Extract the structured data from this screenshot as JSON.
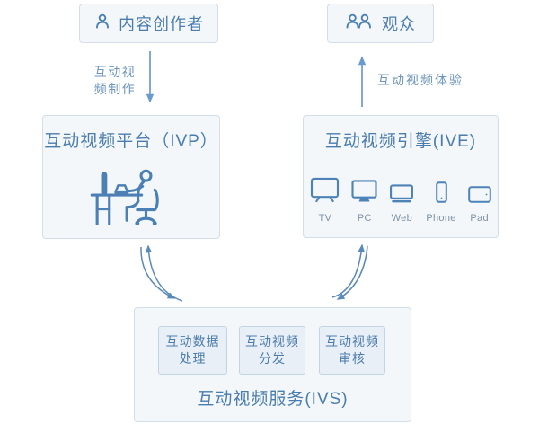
{
  "colors": {
    "accent_blue": "#4a7cad",
    "icon_blue": "#4c82b6",
    "straight_arrow_blue": "#6b9ace",
    "curved_arrow_blue": "#5b8ab8",
    "box_fill": "#f3f7fa",
    "box_border": "#d3dee8",
    "module_fill": "#e9eff6",
    "module_border": "#c3d3e1",
    "device_label_gray": "#7e91a5"
  },
  "icons": {
    "creator": "person-icon",
    "audience": "people-icon",
    "ivp": "person-at-desk-icon",
    "devices": [
      "tv-icon",
      "pc-icon",
      "web-icon",
      "phone-icon",
      "pad-icon"
    ]
  },
  "nodes": {
    "creator": {
      "label": "内容创作者"
    },
    "audience": {
      "label": "观众"
    },
    "ivp": {
      "title": "互动视频平台（IVP）"
    },
    "ive": {
      "title": "互动视频引擎(IVE)",
      "devices": [
        {
          "label": "TV"
        },
        {
          "label": "PC"
        },
        {
          "label": "Web"
        },
        {
          "label": "Phone"
        },
        {
          "label": "Pad"
        }
      ]
    },
    "ivs": {
      "title": "互动视频服务(IVS)",
      "modules": [
        {
          "line1": "互动数据",
          "line2": "处理"
        },
        {
          "line1": "互动视频",
          "line2": "分发"
        },
        {
          "line1": "互动视频",
          "line2": "审核"
        }
      ]
    }
  },
  "edges": {
    "creator_to_ivp": {
      "label_line1": "互动视",
      "label_line2": "频制作",
      "direction": "down"
    },
    "ive_to_audience": {
      "label": "互动视频体验",
      "direction": "up"
    }
  }
}
